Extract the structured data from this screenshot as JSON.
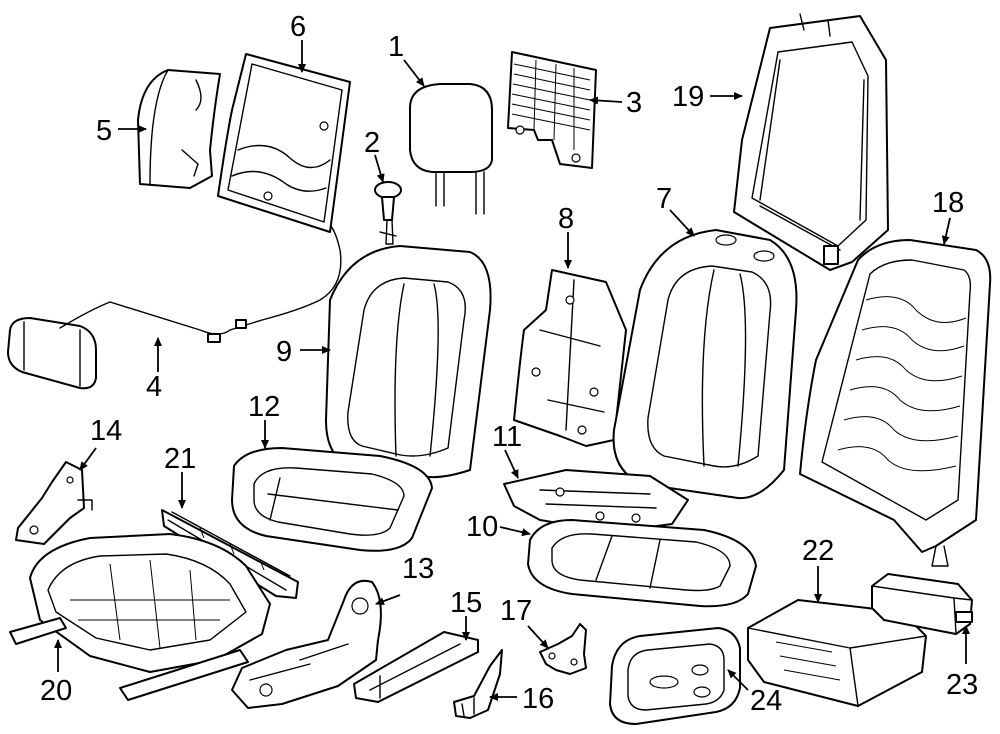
{
  "callouts": [
    "1",
    "2",
    "3",
    "4",
    "5",
    "6",
    "7",
    "8",
    "9",
    "10",
    "11",
    "12",
    "13",
    "14",
    "15",
    "16",
    "17",
    "18",
    "19",
    "20",
    "21",
    "22",
    "23",
    "24"
  ],
  "colors": {
    "line": "#000000",
    "background": "#ffffff"
  }
}
